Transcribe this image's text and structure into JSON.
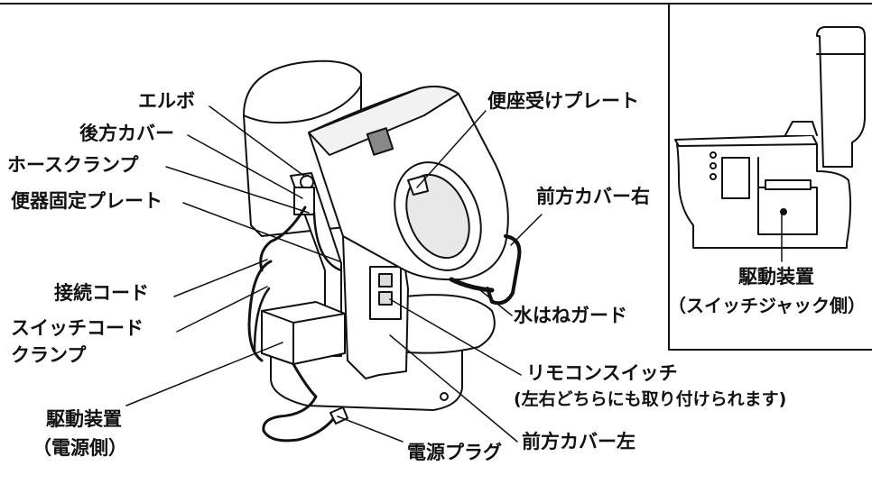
{
  "labels": {
    "elbow": "エルボ",
    "rear_cover": "後方カバー",
    "hose_clamp": "ホースクランプ",
    "bowl_fix_plate": "便器固定プレート",
    "connection_cord": "接続コード",
    "switch_cord_clamp_1": "スイッチコード",
    "switch_cord_clamp_2": "クランプ",
    "drive_power_1": "駆動装置",
    "drive_power_2": "（電源側）",
    "seat_plate": "便座受けプレート",
    "front_cover_right": "前方カバー右",
    "splash_guard": "水はねガード",
    "remote_switch_1": "リモコンスイッチ",
    "remote_switch_2": "(左右どちらにも取り付けられます)",
    "front_cover_left": "前方カバー左",
    "power_plug": "電源プラグ",
    "inset_drive_1": "駆動装置",
    "inset_drive_2": "（スイッチジャック側）"
  },
  "colors": {
    "line": "#111111",
    "fill": "#ffffff",
    "shade": "#dcdcdc",
    "dark": "#555555"
  }
}
